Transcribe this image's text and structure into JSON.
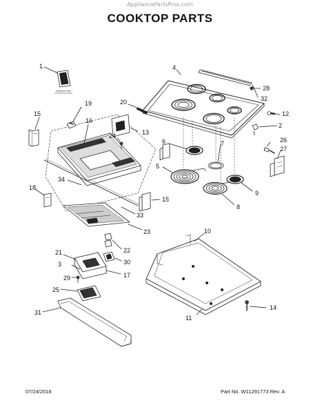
{
  "watermark": "AppliancePartsPros.com",
  "title": "COOKTOP PARTS",
  "manual_label": "Literature Parts",
  "callouts": [
    "1",
    "2",
    "3",
    "4",
    "5",
    "6",
    "7",
    "8",
    "9",
    "10",
    "11",
    "12",
    "13",
    "14",
    "15",
    "15",
    "16",
    "17",
    "18",
    "19",
    "20",
    "21",
    "22",
    "23",
    "24",
    "25",
    "26",
    "27",
    "28",
    "29",
    "30",
    "31",
    "32",
    "33",
    "34"
  ],
  "footer": {
    "date": "07/24/2018",
    "part_no": "Part No.  W11291773  Rev. A"
  }
}
